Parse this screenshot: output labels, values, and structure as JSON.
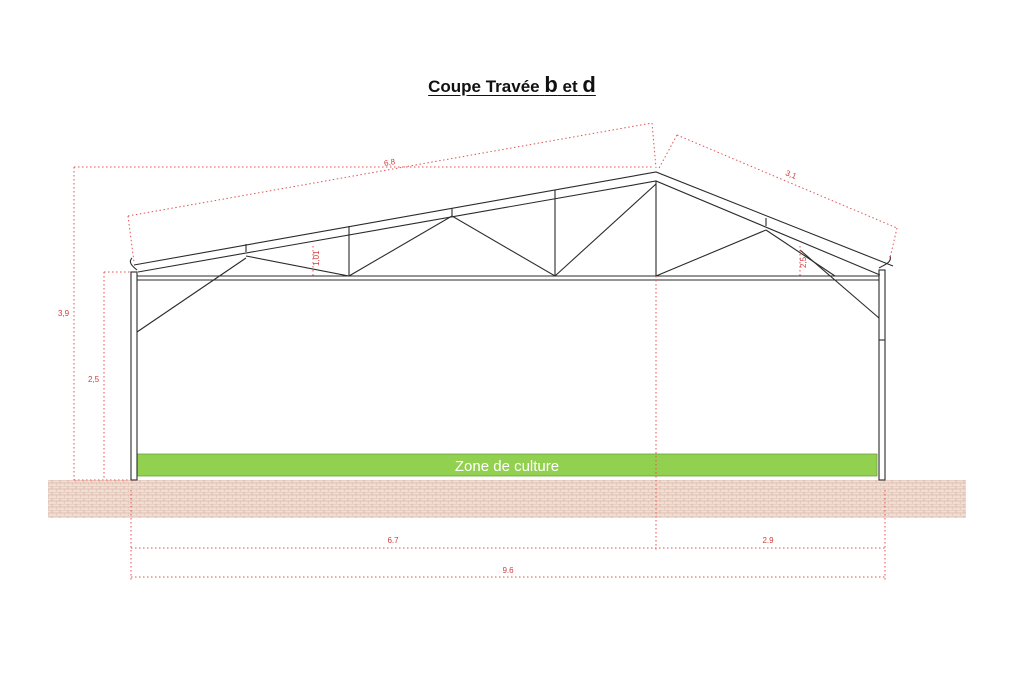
{
  "title": {
    "text": "Coupe Travée",
    "b": "b",
    "et": "et",
    "d": "d"
  },
  "dimensions": {
    "roof_left_length": "6,8",
    "roof_right_length": "3,1",
    "total_height": "3,9",
    "wall_height": "2,5",
    "truss_left_height": "1,01",
    "truss_right_height": "2,5",
    "span_left": "6.7",
    "span_right": "2.9",
    "span_total": "9.6"
  },
  "zone": {
    "label": "Zone de culture",
    "color": "#92d050"
  },
  "colors": {
    "dimension": "#d23c3c",
    "structure": "#2b2b2b",
    "ground": "#efd9cf"
  }
}
